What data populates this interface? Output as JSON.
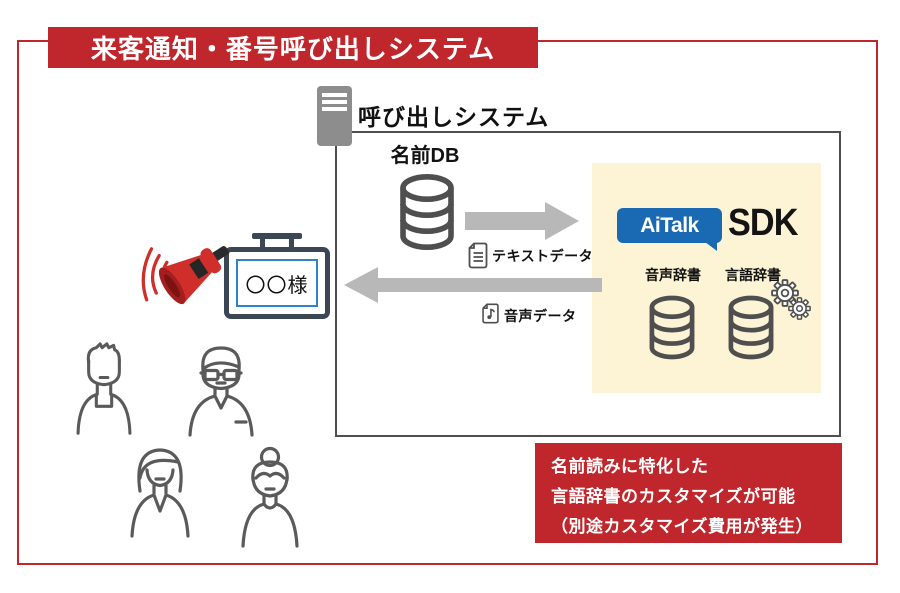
{
  "colors": {
    "brand_red": "#bf272d",
    "sdk_panel_cream": "#fdf4d5",
    "logo_blue": "#1a6ab3",
    "arrow_gray": "#b8b8b8",
    "outline_ink": "#4f4f4f",
    "server_gray": "#8d8d8d",
    "display_frame": "#3b4754",
    "screen_border_blue": "#2f83cc",
    "people_gray": "#5a5a5a",
    "megaphone_red": "#cf2e2a"
  },
  "banner": {
    "title": "来客通知・番号呼び出しシステム"
  },
  "system_box": {
    "title": "呼び出しシステム",
    "name_db": {
      "label": "名前DB"
    },
    "flows": {
      "text": {
        "label": "テキストデータ",
        "direction": "right"
      },
      "audio": {
        "label": "音声データ",
        "direction": "left"
      }
    },
    "sdk_panel": {
      "logo_text": "AiTalk",
      "sdk_label": "SDK",
      "voice_dict": {
        "label": "音声辞書"
      },
      "lang_dict": {
        "label": "言語辞書"
      }
    }
  },
  "signage": {
    "display_text": "〇〇様"
  },
  "note_box": {
    "line1": "名前読みに特化した",
    "line2": "言語辞書のカスタマイズが可能",
    "line3": "（別途カスタマイズ費用が発生）"
  },
  "icons": {
    "server": "server-tower-icon",
    "name_db": "database-icon",
    "voice_dict": "database-icon",
    "lang_dict": "database-icon",
    "text_file": "text-document-icon",
    "audio_file": "music-note-file-icon",
    "gears": "gear-icon",
    "megaphone": "megaphone-icon",
    "display": "signage-display-icon",
    "people": [
      "man-spiky-hair-icon",
      "man-glasses-icon",
      "woman-bob-icon",
      "woman-bun-icon"
    ]
  }
}
